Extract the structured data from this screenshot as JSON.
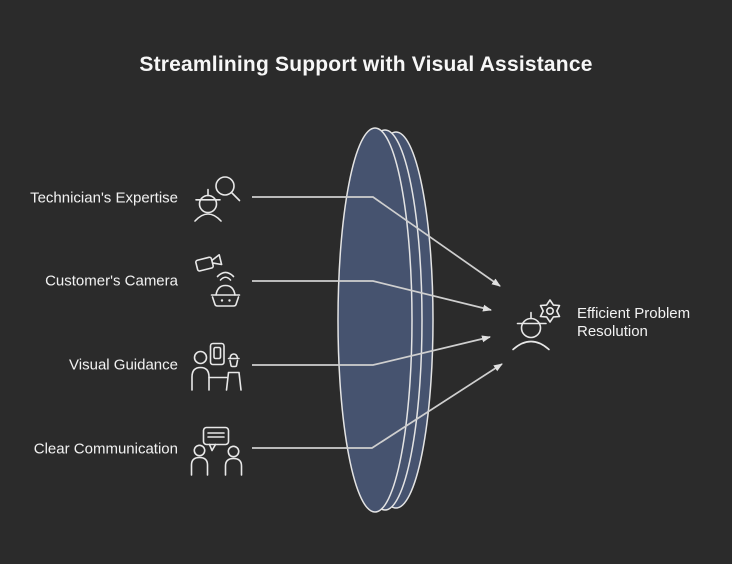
{
  "title": "Streamlining Support with Visual Assistance",
  "inputs": [
    {
      "label": "Technician's Expertise",
      "icon": "technician-with-magnifier-icon"
    },
    {
      "label": "Customer's Camera",
      "icon": "video-camera-device-icon"
    },
    {
      "label": "Visual Guidance",
      "icon": "person-presenting-screen-icon"
    },
    {
      "label": "Clear Communication",
      "icon": "two-people-speech-bubble-icon"
    }
  ],
  "output": {
    "label": "Efficient Problem Resolution",
    "lines": [
      "Efficient Problem",
      "Resolution"
    ],
    "icon": "person-with-gear-icon"
  },
  "lens": {
    "shape": "converging-lens",
    "description": "vertical lens funneling four inputs into one output"
  },
  "colors": {
    "background": "#2b2b2b",
    "lens_fill": "#46536f",
    "outline": "#e8e8e8",
    "connector": "#cfcfcf",
    "title_text": "#f7f7f7",
    "label_text": "#f2f2f2"
  }
}
